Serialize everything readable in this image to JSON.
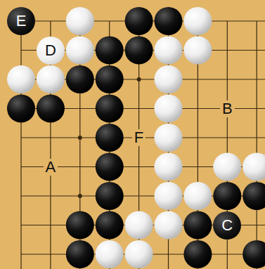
{
  "diagram": {
    "nodes": [
      {
        "text": [
          "E"
        ]
      },
      {
        "text": [
          "D"
        ]
      },
      {
        "text": [
          "C"
        ]
      }
    ],
    "labels": [
      "B",
      "F",
      "A"
    ]
  }
}
